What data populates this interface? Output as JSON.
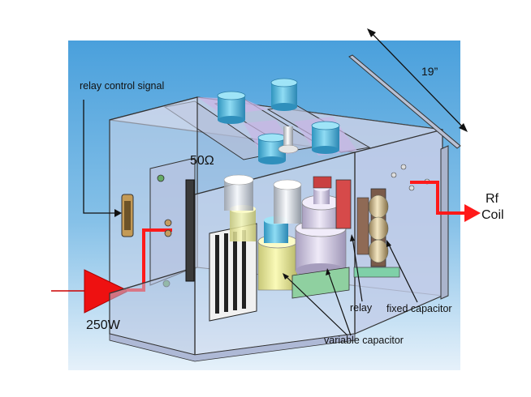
{
  "labels": {
    "relay_control_signal": "relay control signal",
    "impedance": "50Ω",
    "width": "19”",
    "rf": "Rf",
    "coil": "Coil",
    "power": "250W",
    "relay": "relay",
    "fixed_capacitor": "fixed capacitor",
    "variable_capacitor": "variable capacitor"
  },
  "colors": {
    "signal_red": "#ff1a1a",
    "background_sky": "#5aa8dd",
    "panel_glass": "#c9d3ea",
    "capacitor_blue": "#5bbfe0",
    "capacitor_yellow": "#ecec9a",
    "capacitor_lavender": "#d8cfe8"
  }
}
